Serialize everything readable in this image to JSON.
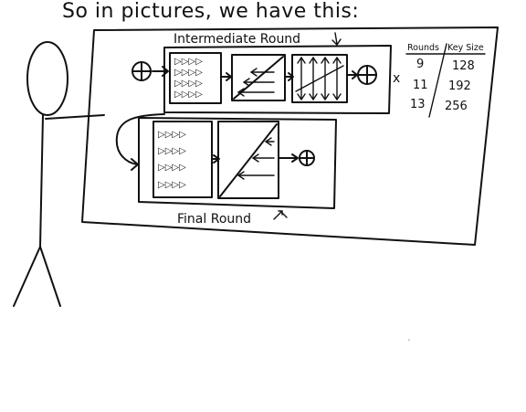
{
  "caption": "So in pictures, we have this:",
  "intermediate_round_label": "Intermediate Round",
  "final_round_label": "Final Round",
  "repeat_marker": "x",
  "table": {
    "headers": [
      "Rounds",
      "Key Size"
    ],
    "rows": [
      [
        "9",
        "128"
      ],
      [
        "11",
        "192"
      ],
      [
        "13",
        "256"
      ]
    ]
  },
  "icons": {
    "xor": "circled-plus-icon",
    "substitution": "triangle-grid-icon",
    "shift": "diagonal-shift-icon",
    "mix": "vertical-mix-icon",
    "figure": "stick-figure"
  }
}
